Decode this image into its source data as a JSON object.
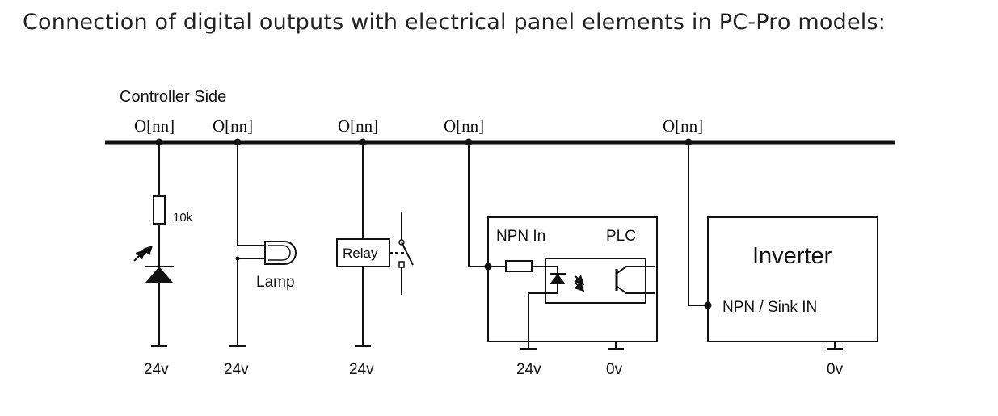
{
  "title": "Connection of digital outputs with electrical panel elements in PC-Pro models:",
  "diagram": {
    "header_label": "Controller Side",
    "output_labels": [
      "O[nn]",
      "O[nn]",
      "O[nn]",
      "O[nn]",
      "O[nn]"
    ],
    "led_branch": {
      "resistor_label": "10k",
      "supply_label": "24v"
    },
    "lamp_branch": {
      "lamp_label": "Lamp",
      "supply_label": "24v"
    },
    "relay_branch": {
      "relay_label": "Relay",
      "supply_label": "24v"
    },
    "plc_branch": {
      "input_label": "NPN In",
      "device_label": "PLC",
      "supply_label": "24v",
      "ground_label": "0v"
    },
    "inverter_branch": {
      "device_label": "Inverter",
      "input_label": "NPN / Sink IN",
      "ground_label": "0v"
    }
  }
}
